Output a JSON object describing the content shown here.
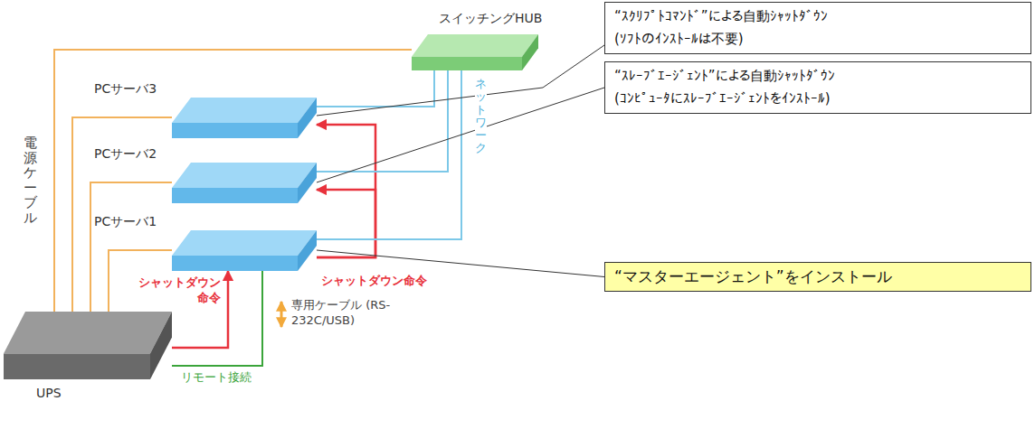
{
  "diagram": {
    "nodes": [
      {
        "text": [
          "スイッチングHUB"
        ]
      },
      {
        "text": [
          "PCサーバ3"
        ]
      },
      {
        "text": [
          "PCサーバ2"
        ]
      },
      {
        "text": [
          "PCサーバ1"
        ]
      },
      {
        "text": [
          "UPS"
        ]
      },
      {
        "text": [
          "“ｽｸﾘﾌﾟﾄｺﾏﾝﾄﾞ”による自動ｼｬｯﾄﾀﾞｳﾝ",
          "(ｿﾌﾄのｲﾝｽﾄｰﾙは不要)"
        ]
      },
      {
        "text": [
          "“ｽﾚｰﾌﾞｴｰｼﾞｪﾝﾄ”による自動ｼｬｯﾄﾀﾞｳﾝ",
          "(ｺﾝﾋﾟｭｰﾀにｽﾚｰﾌﾞｴｰｼﾞｪﾝﾄをｲﾝｽﾄｰﾙ)"
        ]
      },
      {
        "text": [
          "“マスターエージェント”をインストール"
        ]
      }
    ],
    "edges": [
      {
        "from": 4,
        "to": 3,
        "arrow": "to",
        "label": "シャットダウン 命令"
      },
      {
        "from": 4,
        "to": 3,
        "arrow": "none",
        "label": "リモート接続"
      },
      {
        "from": 3,
        "to": 1,
        "arrow": "to",
        "label": "シャットダウン命令"
      },
      {
        "from": 3,
        "to": 2,
        "arrow": "to"
      },
      {
        "from": 4,
        "to": 0,
        "arrow": "none"
      },
      {
        "from": 4,
        "to": 1,
        "arrow": "none"
      },
      {
        "from": 4,
        "to": 2,
        "arrow": "none"
      },
      {
        "from": 4,
        "to": 3,
        "arrow": "none"
      },
      {
        "from": 0,
        "to": 1,
        "arrow": "none"
      },
      {
        "from": 0,
        "to": 2,
        "arrow": "none"
      },
      {
        "from": 0,
        "to": 3,
        "arrow": "none"
      },
      {
        "from": 5,
        "to": 1,
        "arrow": "none"
      },
      {
        "from": 6,
        "to": 2,
        "arrow": "none"
      },
      {
        "from": 7,
        "to": 3,
        "arrow": "none"
      }
    ],
    "labels": [
      "電源ケーブル",
      "ネットワーク",
      "専用ケーブル (RS-232C/USB)"
    ]
  }
}
